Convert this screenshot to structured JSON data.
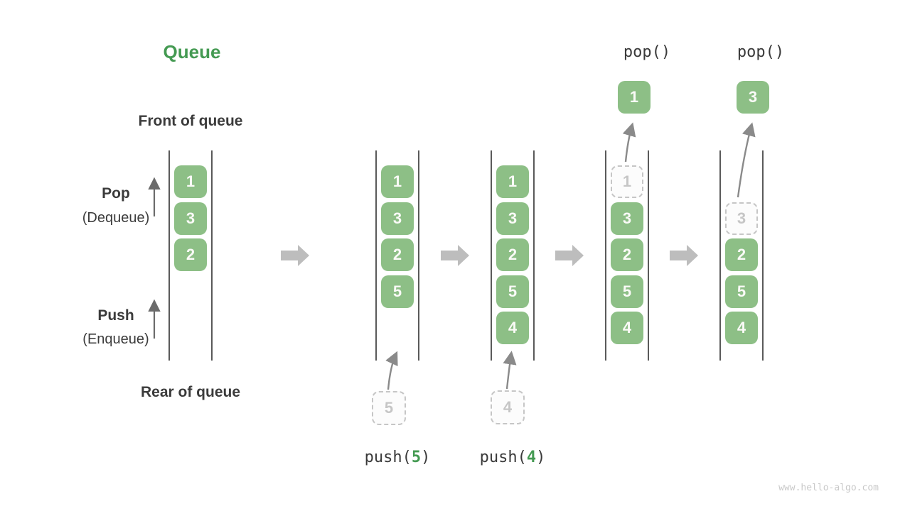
{
  "title": "Queue",
  "watermark": "www.hello-algo.com",
  "side_labels": {
    "front": "Front of queue",
    "rear": "Rear of queue",
    "pop": "Pop",
    "pop_sub": "(Dequeue)",
    "push": "Push",
    "push_sub": "(Enqueue)"
  },
  "colors": {
    "box_green": "#8dbf86",
    "accent_green": "#449a52",
    "label_dark": "#3b3b3b",
    "ghost_gray": "#c6c6c6",
    "curve_arrow_gray": "#8a8a8a",
    "block_arrow_gray": "#bdbdbd",
    "wall_gray": "#5a5a5a"
  },
  "states": [
    {
      "queue": [
        {
          "v": "1"
        },
        {
          "v": "3"
        },
        {
          "v": "2"
        }
      ]
    },
    {
      "queue": [
        {
          "v": "1"
        },
        {
          "v": "3"
        },
        {
          "v": "2"
        },
        {
          "v": "5"
        }
      ],
      "pending": {
        "v": "5"
      },
      "operation": {
        "fn": "push(",
        "arg": "5",
        "close": ")"
      }
    },
    {
      "queue": [
        {
          "v": "1"
        },
        {
          "v": "3"
        },
        {
          "v": "2"
        },
        {
          "v": "5"
        },
        {
          "v": "4"
        }
      ],
      "pending": {
        "v": "4"
      },
      "operation": {
        "fn": "push(",
        "arg": "4",
        "close": ")"
      }
    },
    {
      "queue": [
        {
          "v": "1",
          "ghost": true
        },
        {
          "v": "3"
        },
        {
          "v": "2"
        },
        {
          "v": "5"
        },
        {
          "v": "4"
        }
      ],
      "popped": {
        "v": "1"
      },
      "operation": {
        "label": "pop()"
      }
    },
    {
      "queue": [
        {
          "v": "3",
          "ghost": true
        },
        {
          "v": "2"
        },
        {
          "v": "5"
        },
        {
          "v": "4"
        }
      ],
      "popped": {
        "v": "3"
      },
      "operation": {
        "label": "pop()"
      }
    }
  ]
}
